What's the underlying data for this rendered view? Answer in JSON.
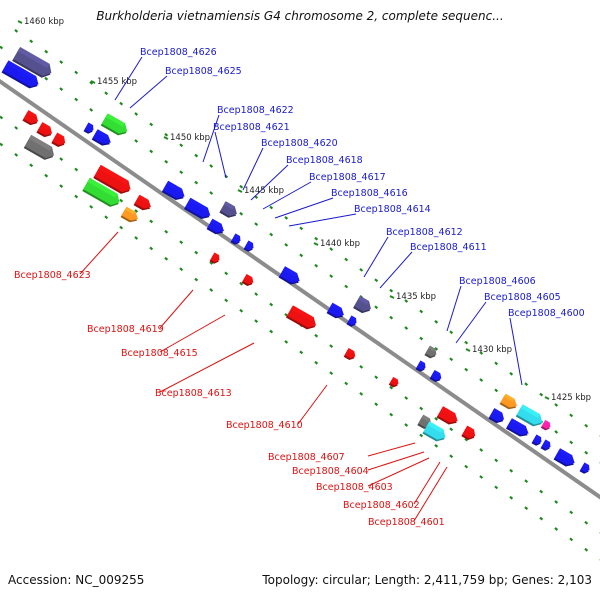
{
  "title": "Burkholderia vietnamiensis G4 chromosome 2, complete sequenc...",
  "footer": {
    "accession": "Accession: NC_009255",
    "summary": "Topology: circular; Length: 2,411,759 bp; Genes: 2,103"
  },
  "colors": {
    "forward_label": "#1a1acc",
    "reverse_label": "#dd1111",
    "backbone": "#8c8c8c",
    "scale_ticks": "#1e8a1e",
    "blue": "#1a1af0",
    "red": "#ee1111",
    "green": "#33dd33",
    "purple": "#55518f",
    "gray": "#707070",
    "orange": "#ff9922",
    "cyan": "#33ddee",
    "pink": "#ff22aa"
  },
  "scale_labels": [
    "1460 kbp",
    "1455 kbp",
    "1450 kbp",
    "1445 kbp",
    "1440 kbp",
    "1435 kbp",
    "1430 kbp",
    "1425 kbp"
  ],
  "forward_gene_labels": [
    "Bcep1808_4626",
    "Bcep1808_4625",
    "Bcep1808_4622",
    "Bcep1808_4621",
    "Bcep1808_4620",
    "Bcep1808_4618",
    "Bcep1808_4617",
    "Bcep1808_4616",
    "Bcep1808_4614",
    "Bcep1808_4612",
    "Bcep1808_4611",
    "Bcep1808_4606",
    "Bcep1808_4605",
    "Bcep1808_4600"
  ],
  "reverse_gene_labels": [
    "Bcep1808_4623",
    "Bcep1808_4619",
    "Bcep1808_4615",
    "Bcep1808_4613",
    "Bcep1808_4610",
    "Bcep1808_4607",
    "Bcep1808_4604",
    "Bcep1808_4603",
    "Bcep1808_4602",
    "Bcep1808_4601"
  ]
}
